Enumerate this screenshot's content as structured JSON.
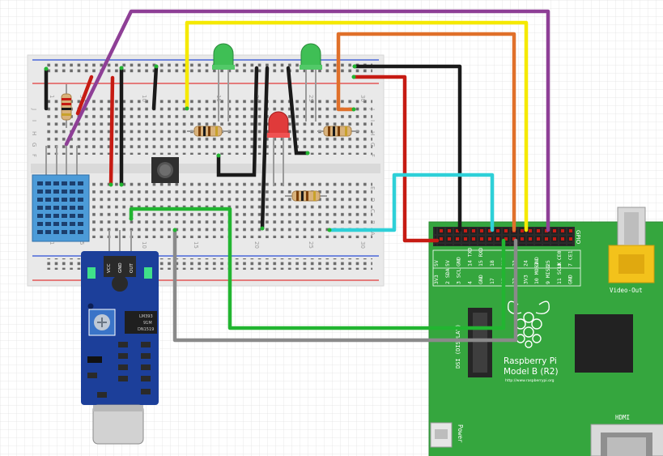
{
  "breadboard": {
    "row_labels_top": [
      "J",
      "I",
      "H",
      "G",
      "F"
    ],
    "row_labels_bottom": [
      "E",
      "D",
      "C",
      "B",
      "A"
    ],
    "column_numbers": [
      "1",
      "5",
      "10",
      "15",
      "20",
      "25",
      "30"
    ]
  },
  "pi": {
    "gpio_label": "GPIO",
    "pin_labels_top": [
      "5V",
      "5V",
      "GND",
      "14 TXD",
      "15 RXD",
      "18",
      "GND",
      "23",
      "24",
      "GND",
      "25",
      "8 CE0",
      "7 CE1"
    ],
    "pin_labels_bottom": [
      "3V3",
      "2 SDA",
      "3 SCL",
      "4",
      "GND",
      "17",
      "27",
      "22",
      "3V3",
      "10 MOSI",
      "9 MISO",
      "11 SCLK",
      "GND"
    ],
    "model_name": "Raspberry Pi",
    "model_sub": "Model B (R2)",
    "url": "http://www.raspberrypi.org",
    "dsi_label": "DSI (DISPLAY)",
    "video_out_label": "Video-Out",
    "hdmi_label": "HDMI",
    "power_label": "Power"
  },
  "sound_sensor": {
    "pin_labels": [
      "VCC",
      "GND",
      "OUT"
    ],
    "chip_text": [
      "LM393",
      "91M",
      "DN1519"
    ]
  },
  "colors": {
    "purple": "#8e3f96",
    "yellow": "#f5e900",
    "orange": "#e0702a",
    "black": "#1a1a1a",
    "red": "#c61b13",
    "cyan": "#2ed0d8",
    "green": "#22b531",
    "gray": "#8a8a8a",
    "board_green": "#35a63e",
    "sensor_blue": "#1c3f9a",
    "dht_blue": "#4c9bd8"
  }
}
